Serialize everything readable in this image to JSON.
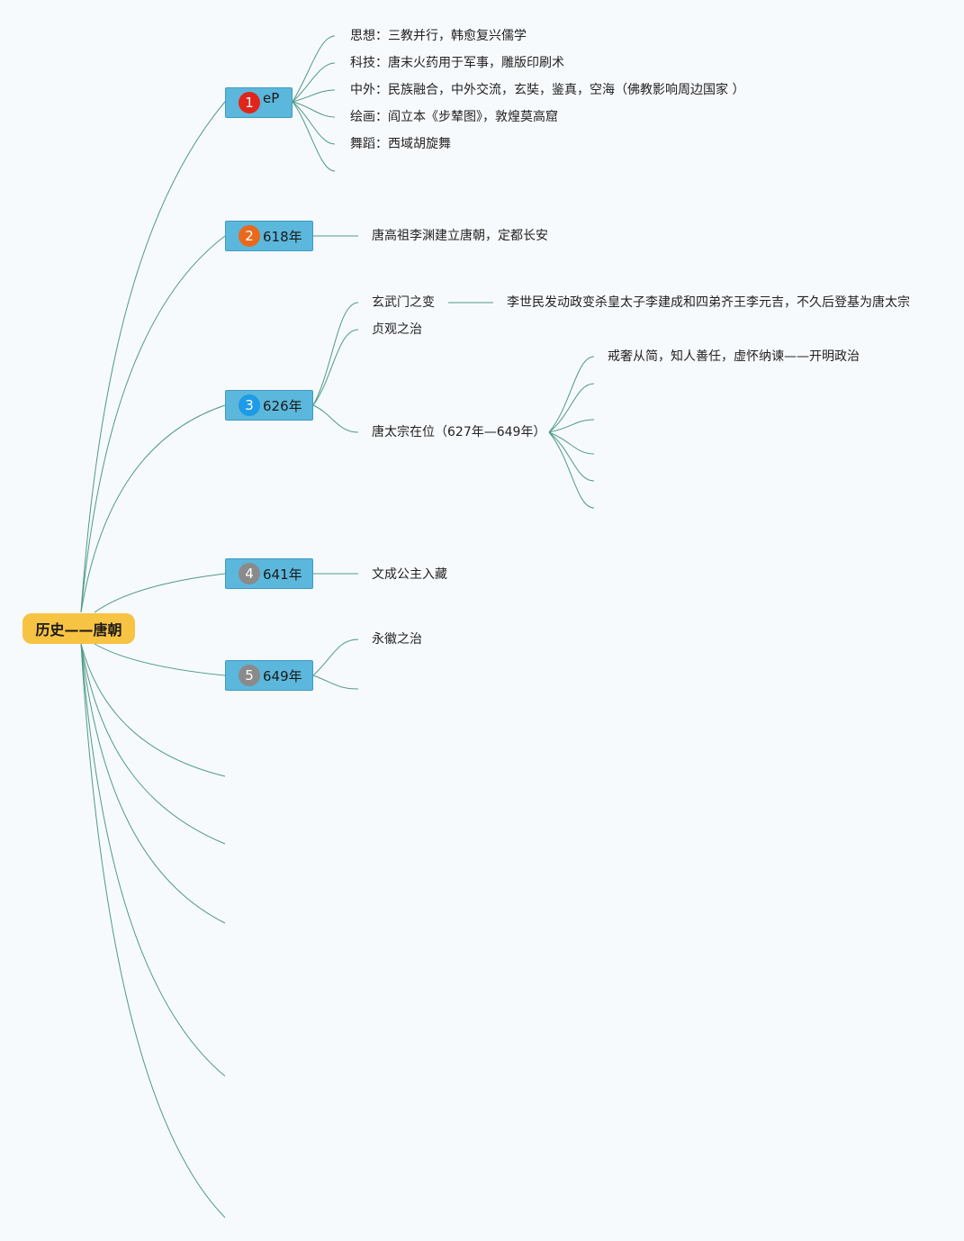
{
  "root": {
    "label": "历史——唐朝"
  },
  "topics": [
    {
      "badge": "1",
      "label": "eP"
    },
    {
      "badge": "2",
      "label": "618年"
    },
    {
      "badge": "3",
      "label": "626年"
    },
    {
      "badge": "4",
      "label": "641年"
    },
    {
      "badge": "5",
      "label": "649年"
    }
  ],
  "culture": [
    "思想：三教并行，韩愈复兴儒学",
    "科技：唐末火药用于军事，雕版印刷术",
    "中外：民族融合，中外交流，玄奘，鉴真，空海（佛教影响周边国家 ）",
    "绘画：阎立本《步辇图》，敦煌莫高窟",
    "舞蹈：西域胡旋舞"
  ],
  "year618": {
    "event": "唐高祖李渊建立唐朝，定都长安"
  },
  "year626": {
    "xuanwu": "玄武门之变",
    "xuanwu_detail": "李世民发动政变杀皇太子李建成和四弟齐王李元吉，不久后登基为唐太宗",
    "zhenguan": "贞观之治",
    "reign": "唐太宗在位（627年—649年）",
    "reign_detail": "戒奢从简，知人善任，虚怀纳谏——开明政治"
  },
  "year641": {
    "event": "文成公主入藏"
  },
  "year649": {
    "event": "永徽之治"
  },
  "colors": {
    "root_fill": "#f7c343",
    "topic_fill": "#5cb7dc",
    "link": "#4f9a86",
    "badge_1": "#e0261b",
    "badge_2": "#e8691c",
    "badge_3": "#1e9be6",
    "badge_4": "#8a8a8a",
    "badge_5": "#8a8a8a"
  }
}
